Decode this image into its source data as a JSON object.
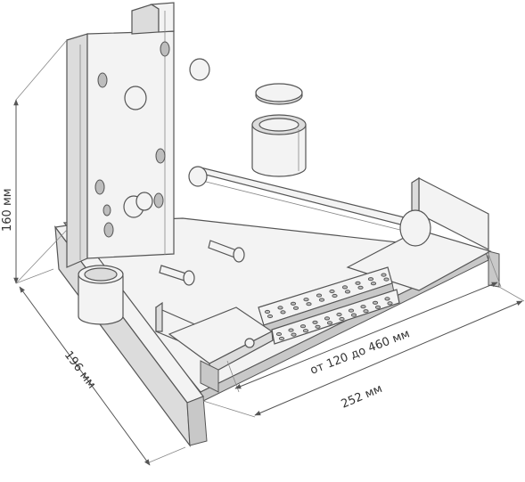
{
  "dimensions": {
    "height_label": "160 мм",
    "depth_label": "196 мм",
    "range_label": "от 120 до 460 мм",
    "width_label": "252 мм"
  },
  "colors": {
    "line": "#555555",
    "fill_light": "#f3f3f3",
    "fill_dark": "#dcdcdc"
  }
}
